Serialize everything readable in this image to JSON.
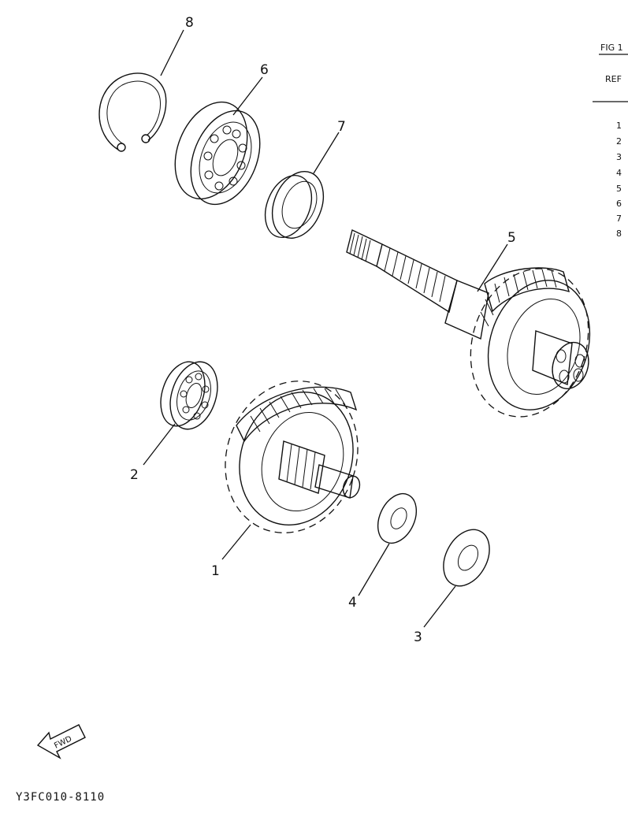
{
  "figure": {
    "fig_header": "FIG 1",
    "ref_header": "REF",
    "drawing_code": "Y3FC010-8110",
    "fwd_label": "FWD"
  },
  "callouts": [
    "8",
    "6",
    "7",
    "5",
    "2",
    "1",
    "4",
    "3"
  ],
  "ref_list": [
    "1",
    "2",
    "3",
    "4",
    "5",
    "6",
    "7",
    "8"
  ],
  "icons": [
    "fwd-arrow-icon"
  ]
}
